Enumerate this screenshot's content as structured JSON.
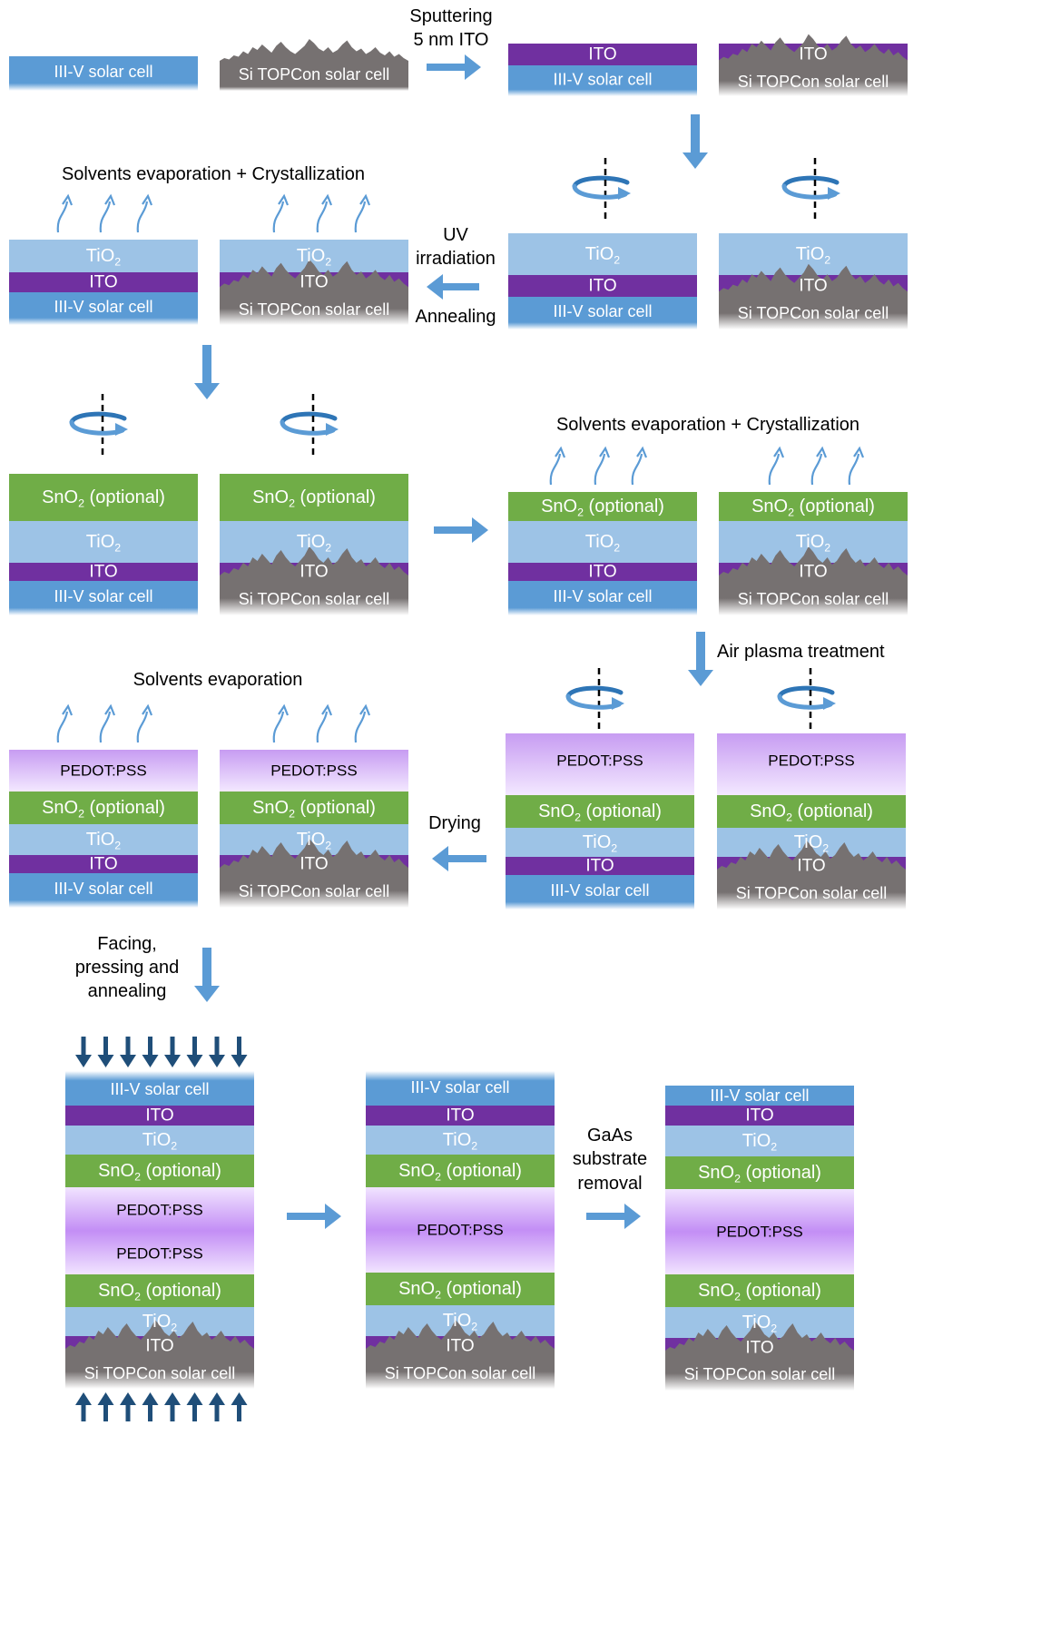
{
  "layers": {
    "iii_v": "III-V solar cell",
    "si": "Si TOPCon solar cell",
    "ito": "ITO",
    "tio2": "TiO",
    "tio2_sub": "2",
    "sno2": "SnO",
    "sno2_sub": "2",
    "optional": "(optional)",
    "pedot": "PEDOT:PSS"
  },
  "steps": {
    "sputter_line1": "Sputtering",
    "sputter_line2": "5 nm ITO",
    "crystallization": "Solvents evaporation + Crystallization",
    "uv_line1": "UV",
    "uv_line2": "irradiation",
    "annealing": "Annealing",
    "plasma": "Air plasma treatment",
    "evaporation": "Solvents evaporation",
    "drying": "Drying",
    "facing_line1": "Facing,",
    "facing_line2": "pressing and",
    "facing_line3": "annealing",
    "gaas_line1": "GaAs",
    "gaas_line2": "substrate",
    "gaas_line3": "removal"
  },
  "colors": {
    "iii_v": "#5b9bd5",
    "ito": "#7030a0",
    "tio2": "#9dc3e6",
    "sno2": "#70ad47",
    "pedot": "#cc99ff",
    "si": "#767171",
    "arrow": "#5b9bd5",
    "press_arrow": "#1f4e79"
  }
}
